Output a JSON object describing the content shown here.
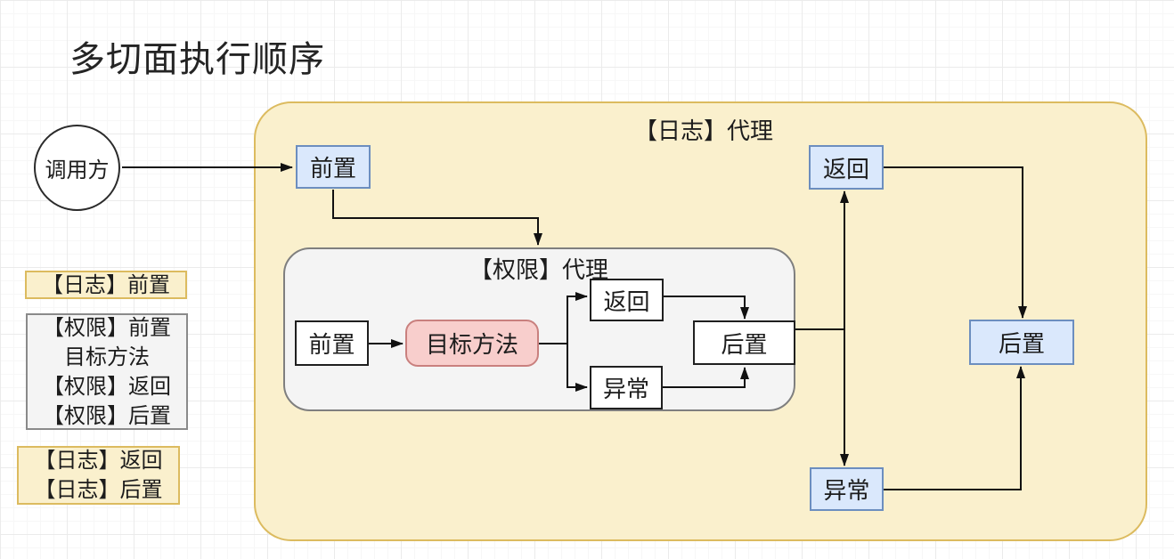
{
  "title": "多切面执行顺序",
  "caller": {
    "label": "调用方"
  },
  "log_proxy": {
    "label": "【日志】代理",
    "before": "前置",
    "return": "返回",
    "exception": "异常",
    "after": "后置"
  },
  "perm_proxy": {
    "label": "【权限】代理",
    "before": "前置",
    "target": "目标方法",
    "return": "返回",
    "exception": "异常",
    "after": "后置"
  },
  "legend": {
    "log_before": "【日志】前置",
    "perm_lines": [
      "【权限】前置",
      "目标方法",
      "【权限】返回",
      "【权限】后置"
    ],
    "log_return": "【日志】返回",
    "log_after": "【日志】后置"
  },
  "colors": {
    "node_blue_fill": "#DAE8FC",
    "node_blue_border": "#6C8EBF",
    "node_pink_fill": "#F8CECC",
    "node_pink_border": "#C9807E",
    "container_yellow_fill": "#FAF0CD",
    "container_yellow_border": "#DCBB5F",
    "container_gray_fill": "#F4F4F4",
    "container_gray_border": "#7F7F7F",
    "edge_color": "#111111",
    "grid_major": "#EBEBEB",
    "grid_minor": "#F7F7F7"
  }
}
